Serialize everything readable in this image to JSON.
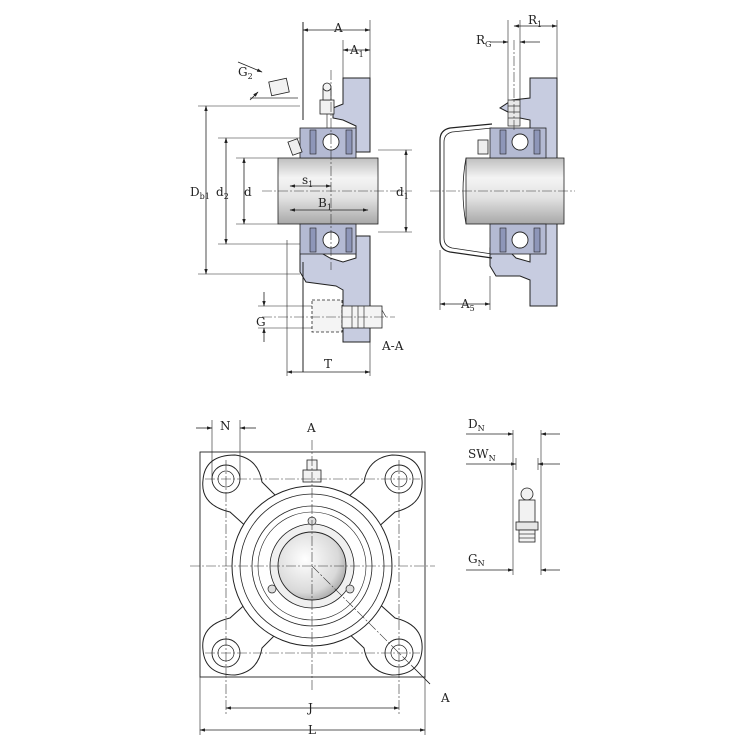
{
  "colors": {
    "body": "#c7cce0",
    "bodyDark": "#a9b0cc",
    "shaft": "#e6e6e6",
    "line": "#222222"
  },
  "labels": {
    "A": "A",
    "A1": "A",
    "A1_sub": "1",
    "G2": "G",
    "G2_sub": "2",
    "Db1": "D",
    "Db1_sub": "b1",
    "d2": "d",
    "d2_sub": "2",
    "d": "d",
    "s1": "s",
    "s1_sub": "1",
    "B1": "B",
    "B1_sub": "1",
    "d1": "d",
    "d1_sub": "1",
    "G": "G",
    "T": "T",
    "section": "A-A",
    "RG": "R",
    "RG_sub": "G",
    "R1": "R",
    "R1_sub": "1",
    "A5": "A",
    "A5_sub": "5",
    "N": "N",
    "A_top": "A",
    "A_bottom": "A",
    "J": "J",
    "L": "L",
    "DN": "D",
    "DN_sub": "N",
    "SWN": "SW",
    "SWN_sub": "N",
    "GN": "G",
    "GN_sub": "N"
  }
}
